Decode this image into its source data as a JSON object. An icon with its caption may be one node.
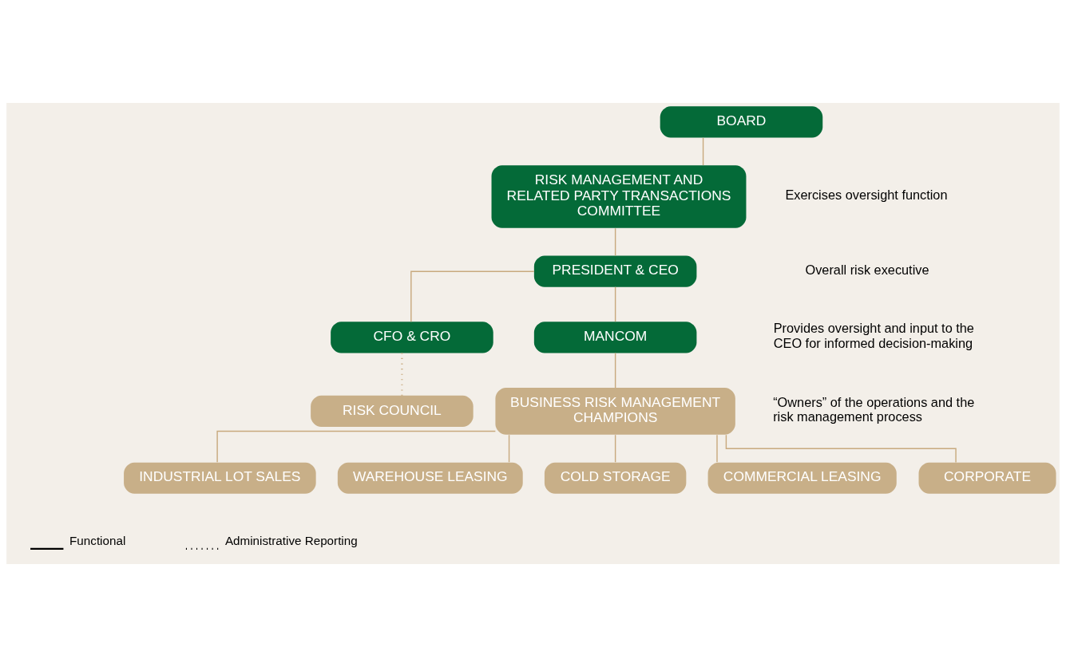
{
  "diagram": {
    "nodes": [
      {
        "text": [
          "BOARD"
        ]
      },
      {
        "text": [
          "RISK MANAGEMENT AND RELATED PARTY TRANSACTIONS COMMITTEE"
        ]
      },
      {
        "text": [
          "PRESIDENT & CEO"
        ]
      },
      {
        "text": [
          "CFO & CRO"
        ]
      },
      {
        "text": [
          "MANCOM"
        ]
      },
      {
        "text": [
          "RISK COUNCIL"
        ]
      },
      {
        "text": [
          "BUSINESS RISK MANAGEMENT CHAMPIONS"
        ]
      },
      {
        "text": [
          "INDUSTRIAL LOT SALES"
        ]
      },
      {
        "text": [
          "WAREHOUSE LEASING"
        ]
      },
      {
        "text": [
          "COLD STORAGE"
        ]
      },
      {
        "text": [
          "COMMERCIAL LEASING"
        ]
      },
      {
        "text": [
          "CORPORATE"
        ]
      }
    ],
    "edges": [
      {
        "from": 0,
        "to": 1,
        "arrow": "none"
      },
      {
        "from": 1,
        "to": 2,
        "arrow": "none"
      },
      {
        "from": 2,
        "to": 4,
        "arrow": "none"
      },
      {
        "from": 2,
        "to": 3,
        "arrow": "none"
      },
      {
        "from": 3,
        "to": 5,
        "arrow": "none",
        "style": "dashed"
      },
      {
        "from": 4,
        "to": 6,
        "arrow": "none"
      },
      {
        "from": 6,
        "to": 7,
        "arrow": "none"
      },
      {
        "from": 6,
        "to": 8,
        "arrow": "none"
      },
      {
        "from": 6,
        "to": 9,
        "arrow": "none"
      },
      {
        "from": 6,
        "to": 10,
        "arrow": "none"
      },
      {
        "from": 6,
        "to": 11,
        "arrow": "none"
      }
    ],
    "labels": [
      "Exercises oversight function",
      "Overall risk executive",
      "Provides oversight and input to the CEO for informed decision-making",
      "“Owners” of the operations and the risk management process"
    ],
    "legend": [
      {
        "text": "Functional"
      },
      {
        "text": "Administrative Reporting"
      }
    ]
  }
}
